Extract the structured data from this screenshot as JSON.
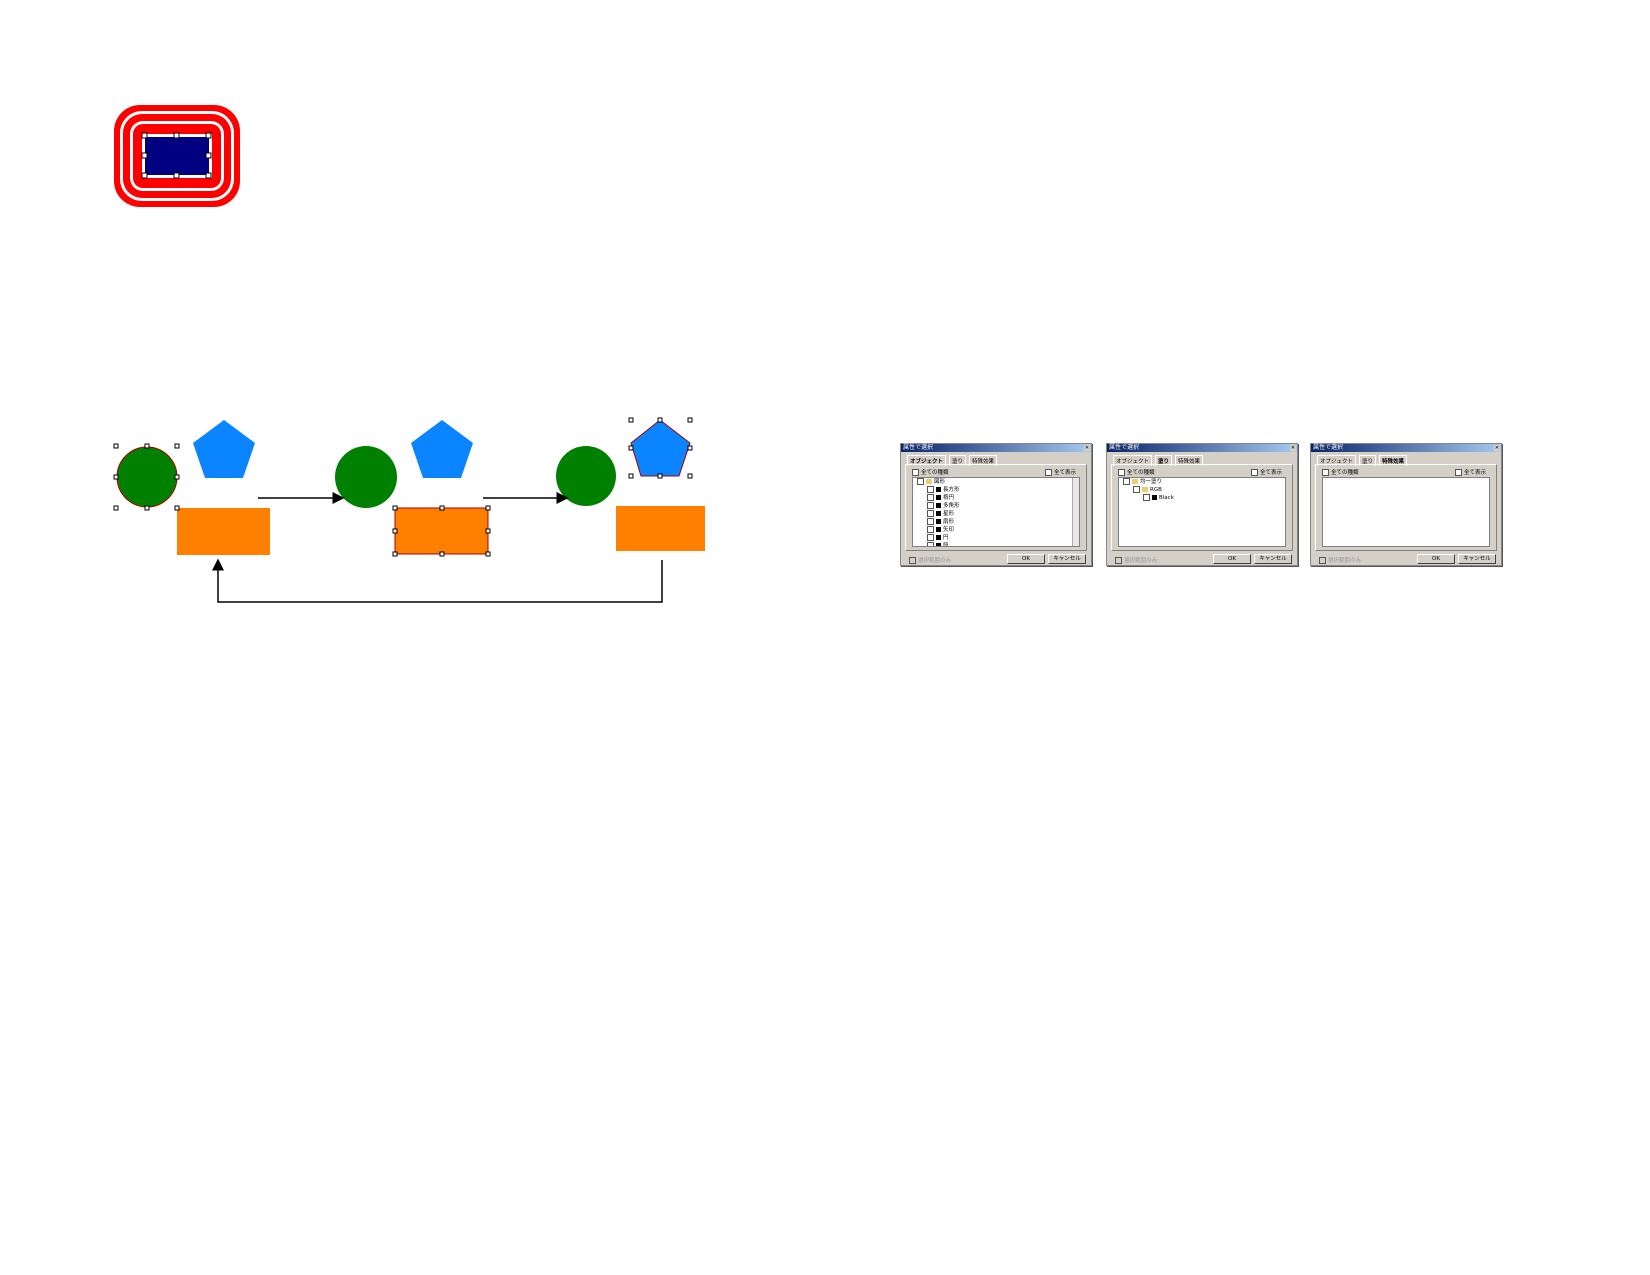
{
  "colors": {
    "frame": "#ff0000",
    "inner": "#000080",
    "circle": "#008000",
    "pentagon": "#0a84ff",
    "rect": "#ff8000"
  },
  "dialogs": [
    {
      "title": "属性で選択",
      "tabs": [
        "オブジェクト",
        "塗り",
        "特殊効果"
      ],
      "active": 0,
      "all_types": "全ての種類",
      "show_all": "全て表示",
      "tree": [
        {
          "label": "図形",
          "level": 0,
          "kind": "folder"
        },
        {
          "label": "長方形",
          "level": 1
        },
        {
          "label": "楕円",
          "level": 1
        },
        {
          "label": "多角形",
          "level": 1
        },
        {
          "label": "星形",
          "level": 1
        },
        {
          "label": "扇形",
          "level": 1
        },
        {
          "label": "矢印",
          "level": 1
        },
        {
          "label": "円",
          "level": 1
        },
        {
          "label": "段",
          "level": 1
        }
      ],
      "scroll": true,
      "selection_only": "選択範囲のみ",
      "ok": "OK",
      "cancel": "キャンセル"
    },
    {
      "title": "属性で選択",
      "tabs": [
        "オブジェクト",
        "塗り",
        "特殊効果"
      ],
      "active": 1,
      "all_types": "全ての種類",
      "show_all": "全て表示",
      "tree": [
        {
          "label": "均一塗り",
          "level": 0,
          "kind": "folder"
        },
        {
          "label": "RGB",
          "level": 1,
          "kind": "folder"
        },
        {
          "label": "Black",
          "level": 2
        }
      ],
      "scroll": false,
      "selection_only": "選択範囲のみ",
      "ok": "OK",
      "cancel": "キャンセル"
    },
    {
      "title": "属性で選択",
      "tabs": [
        "オブジェクト",
        "塗り",
        "特殊効果"
      ],
      "active": 2,
      "all_types": "全ての種類",
      "show_all": "全て表示",
      "tree": [],
      "scroll": false,
      "selection_only": "選択範囲のみ",
      "ok": "OK",
      "cancel": "キャンセル"
    }
  ]
}
